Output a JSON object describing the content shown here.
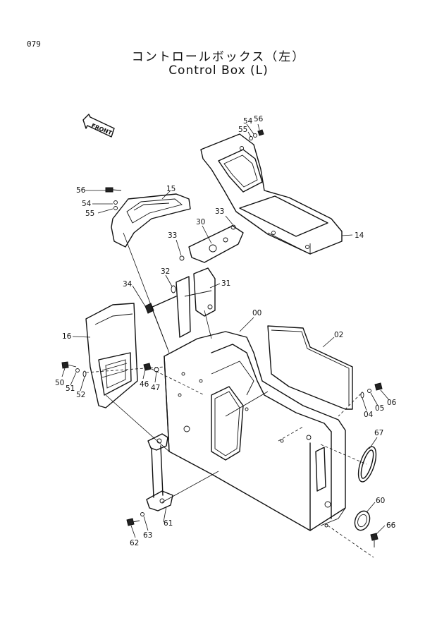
{
  "page_number": "079",
  "title_jp": "コントロールボックス（左）",
  "title_en": "Control Box (L)",
  "front_marker": "FRONT",
  "callouts": {
    "c00": "00",
    "c02": "02",
    "c04": "04",
    "c05": "05",
    "c06": "06",
    "c14": "14",
    "c15": "15",
    "c16": "16",
    "c30": "30",
    "c31": "31",
    "c32": "32",
    "c33a": "33",
    "c33b": "33",
    "c34": "34",
    "c46": "46",
    "c47": "47",
    "c50": "50",
    "c51": "51",
    "c52": "52",
    "c54a": "54",
    "c54b": "54",
    "c55a": "55",
    "c55b": "55",
    "c56a": "56",
    "c56b": "56",
    "c60": "60",
    "c61": "61",
    "c62": "62",
    "c63": "63",
    "c66": "66",
    "c67": "67"
  }
}
